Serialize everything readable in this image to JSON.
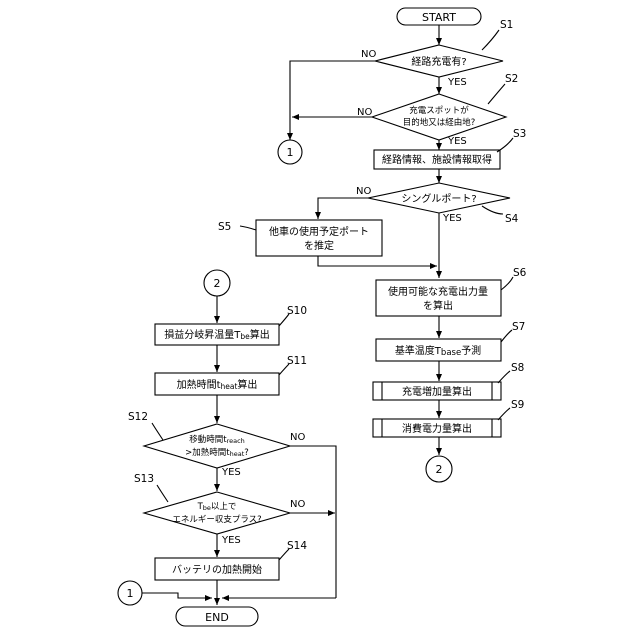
{
  "terminals": {
    "start": "START",
    "end": "END"
  },
  "connectors": {
    "one": "1",
    "two": "2"
  },
  "yes": "YES",
  "no": "NO",
  "steps": {
    "s1": {
      "tag": "S1",
      "text": "経路充電有?"
    },
    "s2": {
      "tag": "S2",
      "line1": "充電スポットが",
      "line2": "目的地又は経由地?"
    },
    "s3": {
      "tag": "S3",
      "text": "経路情報、施設情報取得"
    },
    "s4": {
      "tag": "S4",
      "text": "シングルポート?"
    },
    "s5": {
      "tag": "S5",
      "line1": "他車の使用予定ポート",
      "line2": "を推定"
    },
    "s6": {
      "tag": "S6",
      "line1": "使用可能な充電出力量",
      "line2": "を算出"
    },
    "s7": {
      "tag": "S7",
      "main": "基準温度T",
      "sub": "base",
      "post": "予測"
    },
    "s8": {
      "tag": "S8",
      "text": "充電増加量算出"
    },
    "s9": {
      "tag": "S9",
      "text": "消費電力量算出"
    },
    "s10": {
      "tag": "S10",
      "main": "損益分岐昇温量T",
      "sub": "be",
      "post": "算出"
    },
    "s11": {
      "tag": "S11",
      "main": "加熱時間t",
      "sub": "heat",
      "post": "算出"
    },
    "s12": {
      "tag": "S12",
      "l1_main": "移動時間t",
      "l1_sub": "reach",
      "l2_main": ">加熱時間t",
      "l2_sub": "heat",
      "l2_post": "?"
    },
    "s13": {
      "tag": "S13",
      "line1": "T",
      "line1_sub": "be",
      "line1_post": "以上で",
      "line2": "エネルギー収支プラス?"
    },
    "s14": {
      "tag": "S14",
      "text": "バッテリの加熱開始"
    }
  }
}
